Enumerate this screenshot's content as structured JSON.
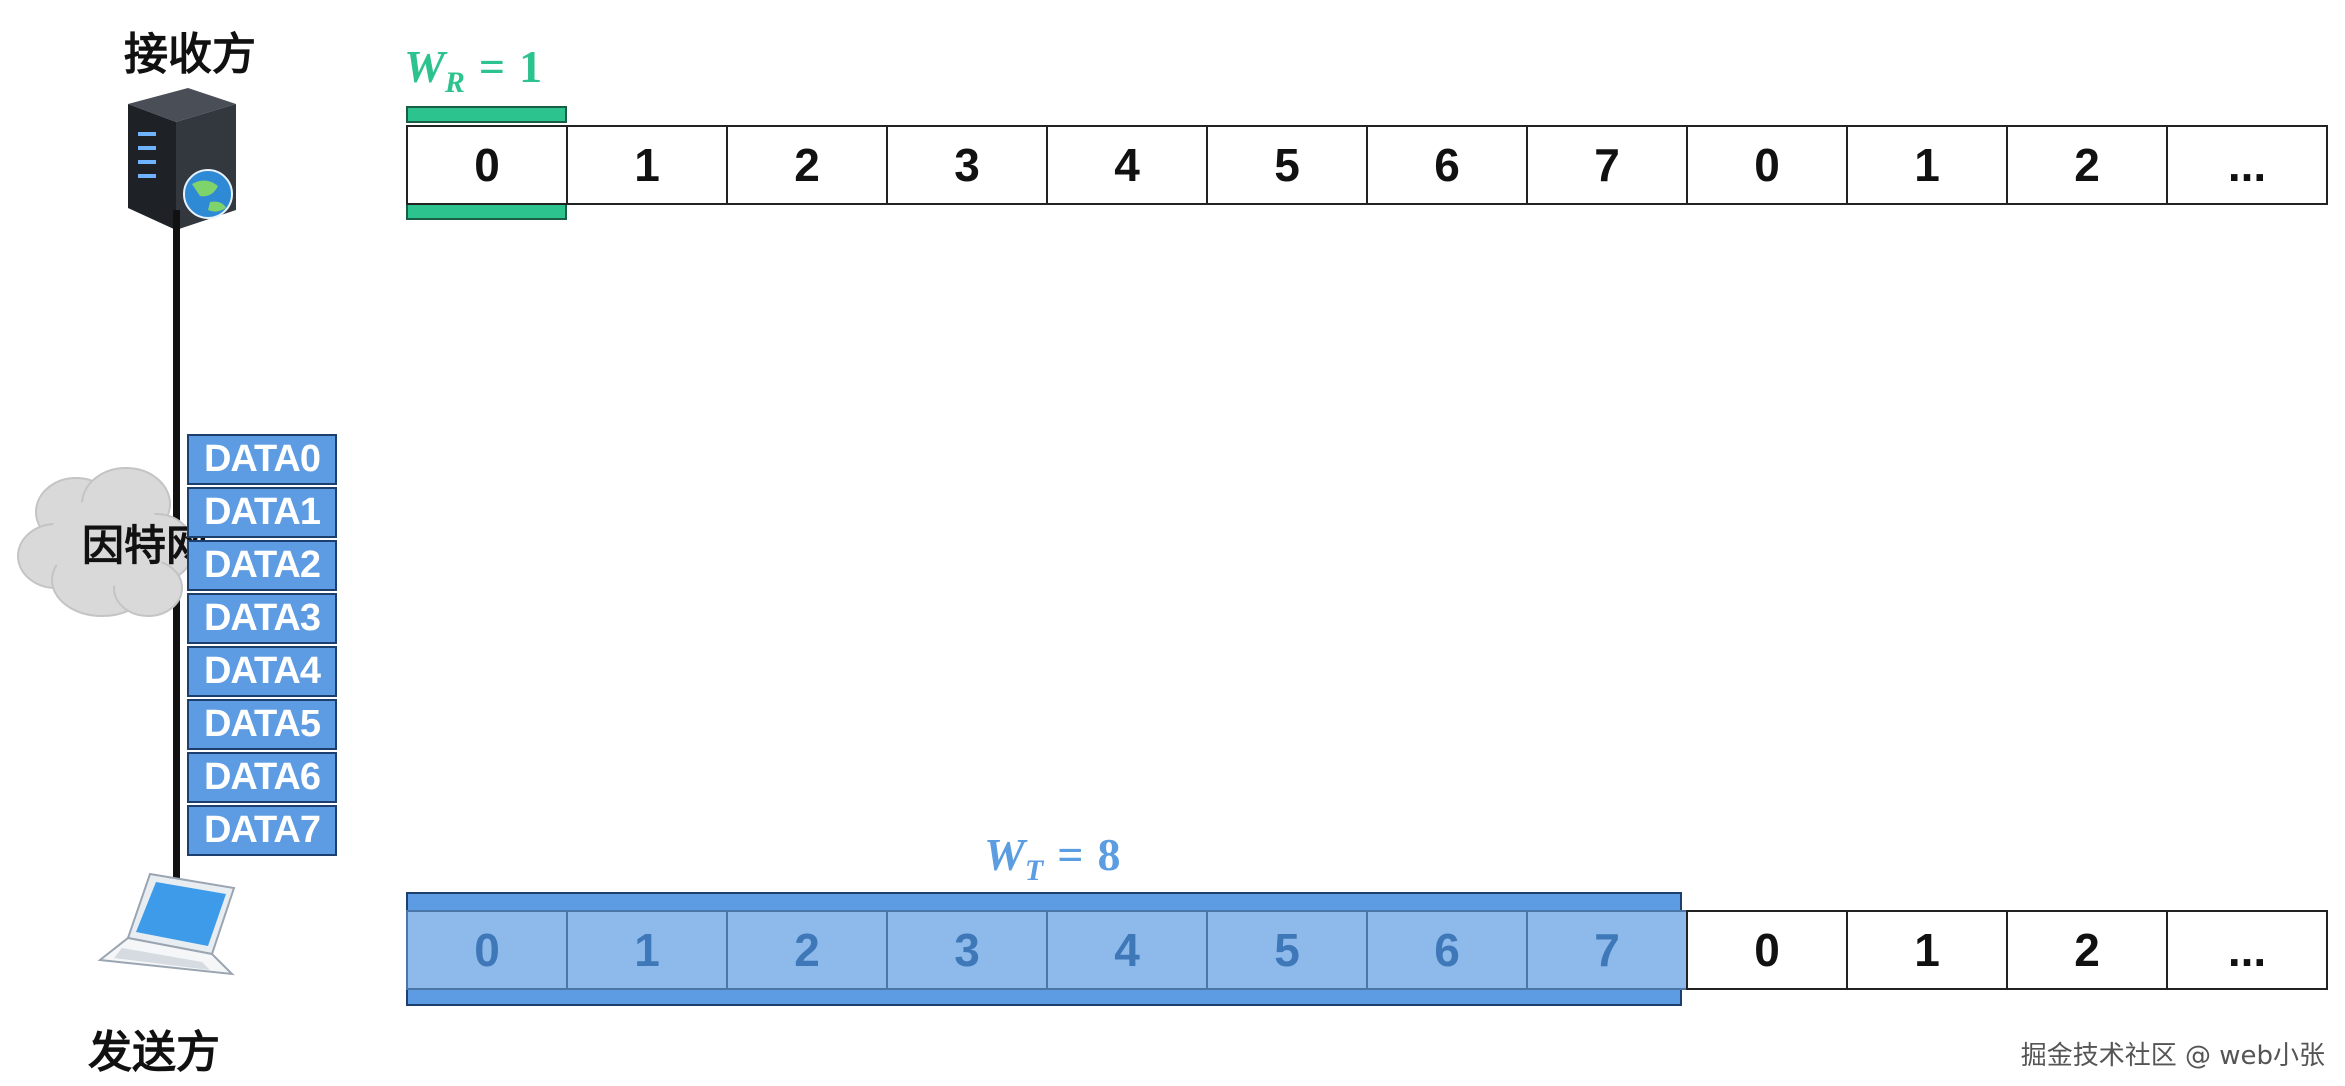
{
  "receiver": {
    "label": "接收方"
  },
  "sender": {
    "label": "发送方"
  },
  "network": {
    "label": "因特网"
  },
  "receive_window": {
    "symbol": "W",
    "subscript": "R",
    "eq": "=",
    "value": "1",
    "color": "#2dc38f"
  },
  "send_window": {
    "symbol": "W",
    "subscript": "T",
    "eq": "=",
    "value": "8",
    "color": "#5b9de0"
  },
  "receiver_sequence": [
    "0",
    "1",
    "2",
    "3",
    "4",
    "5",
    "6",
    "7",
    "0",
    "1",
    "2",
    "..."
  ],
  "sender_sequence": [
    "0",
    "1",
    "2",
    "3",
    "4",
    "5",
    "6",
    "7",
    "0",
    "1",
    "2",
    "..."
  ],
  "data_packets": [
    "DATA0",
    "DATA1",
    "DATA2",
    "DATA3",
    "DATA4",
    "DATA5",
    "DATA6",
    "DATA7"
  ],
  "watermark": "掘金技术社区 @ web小张",
  "colors": {
    "packet_fill": "#5d9be2",
    "sent_cell_fill": "#8dbaea",
    "receive_window_bar": "#2dc38f"
  }
}
